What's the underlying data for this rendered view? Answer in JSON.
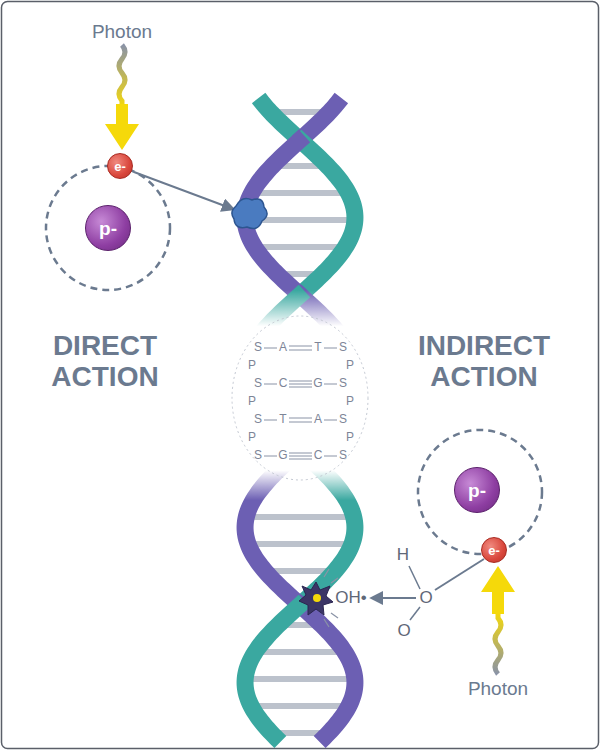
{
  "diagram": {
    "nodes": [
      {
        "text": [
          "e-"
        ]
      },
      {
        "text": [
          "p-"
        ]
      },
      {
        "text": [
          "p-"
        ]
      },
      {
        "text": [
          "e-"
        ]
      }
    ],
    "labels": [
      "Photon",
      "DIRECT ACTION",
      "S",
      "A",
      "T",
      "S",
      "P",
      "P",
      "S",
      "C",
      "G",
      "S",
      "P",
      "P",
      "S",
      "T",
      "A",
      "S",
      "P",
      "P",
      "S",
      "G",
      "C",
      "S",
      "INDIRECT ACTION",
      "H",
      "OH•",
      "O",
      "O",
      "Photon"
    ]
  }
}
